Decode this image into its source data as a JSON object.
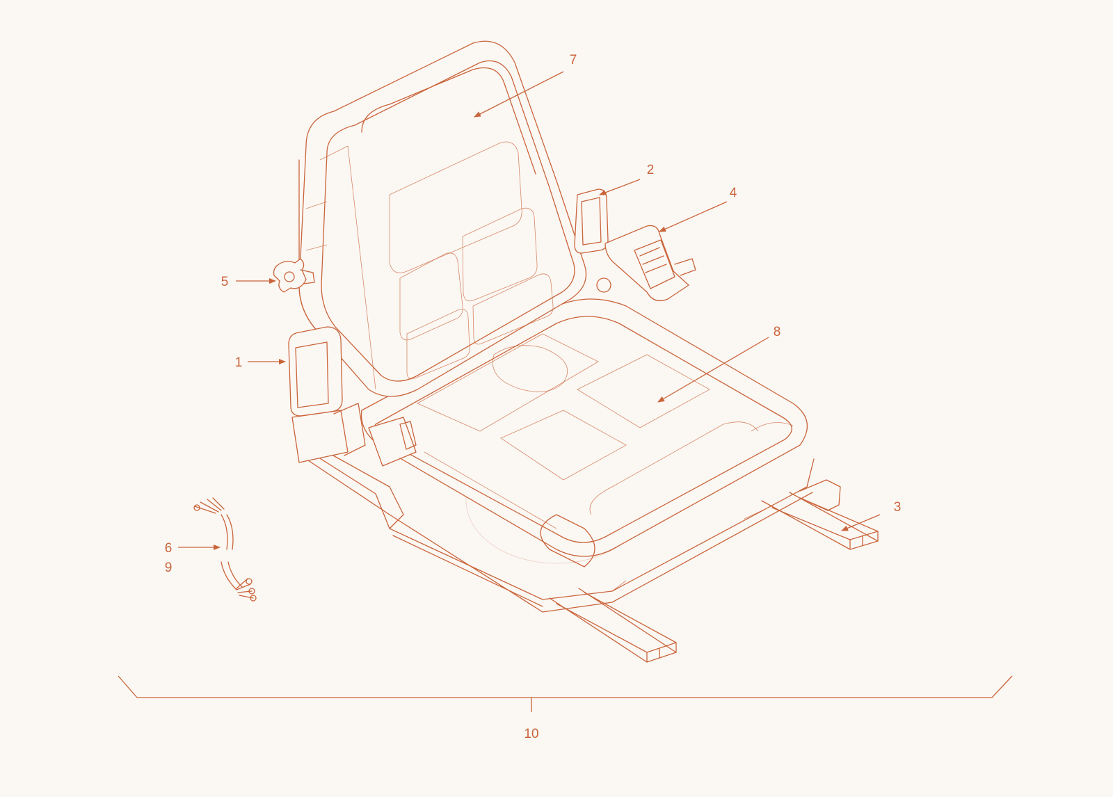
{
  "palette": {
    "line": "#c9643a",
    "background": "#fbf7f3"
  },
  "callouts": [
    {
      "id": "c1",
      "text": "1"
    },
    {
      "id": "c2",
      "text": "2"
    },
    {
      "id": "c3",
      "text": "3"
    },
    {
      "id": "c4",
      "text": "4"
    },
    {
      "id": "c5",
      "text": "5"
    },
    {
      "id": "c6",
      "text": "6"
    },
    {
      "id": "c7",
      "text": "7"
    },
    {
      "id": "c8",
      "text": "8"
    },
    {
      "id": "c9",
      "text": "9"
    },
    {
      "id": "c10",
      "text": "10"
    }
  ]
}
